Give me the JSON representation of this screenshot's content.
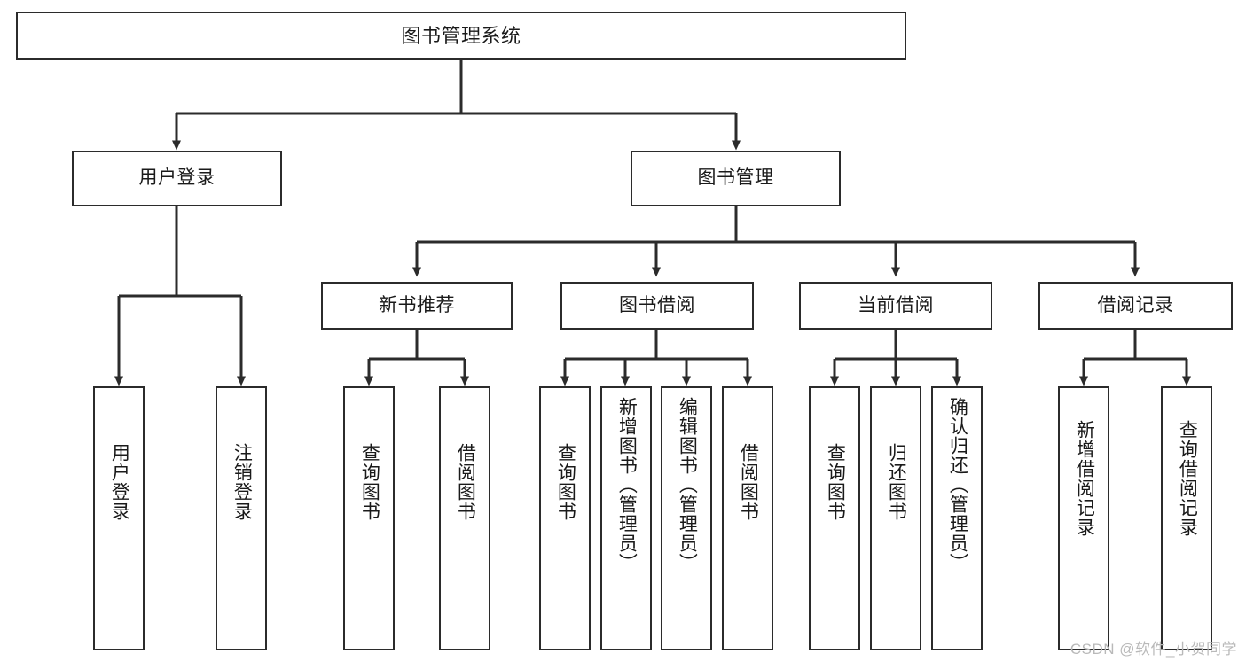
{
  "diagram": {
    "title": "图书管理系统",
    "type": "hierarchy-tree",
    "watermark": "CSDN @软件_小贺同学",
    "colors": {
      "box_border": "#2b2b2b",
      "box_fill": "#ffffff",
      "edge": "#2b2b2b",
      "text": "#1a1a1a",
      "watermark": "#b9b9b9"
    },
    "nodes": {
      "root": {
        "label": "图书管理系统"
      },
      "level2": [
        {
          "id": "user-login",
          "label": "用户登录"
        },
        {
          "id": "book-manage",
          "label": "图书管理"
        }
      ],
      "level3": [
        {
          "id": "new-book-rec",
          "label": "新书推荐"
        },
        {
          "id": "book-borrow",
          "label": "图书借阅"
        },
        {
          "id": "current-borrow",
          "label": "当前借阅"
        },
        {
          "id": "borrow-record",
          "label": "借阅记录"
        }
      ],
      "leaves": {
        "user_login": [
          {
            "id": "leaf-user-login",
            "label": "用户登录"
          },
          {
            "id": "leaf-logout",
            "label": "注销登录"
          }
        ],
        "new_book_rec": [
          {
            "id": "leaf-query-book-1",
            "label": "查询图书"
          },
          {
            "id": "leaf-borrow-book-1",
            "label": "借阅图书"
          }
        ],
        "book_borrow": [
          {
            "id": "leaf-query-book-2",
            "label": "查询图书"
          },
          {
            "id": "leaf-add-book",
            "label": "新增图书（管理员）"
          },
          {
            "id": "leaf-edit-book",
            "label": "编辑图书（管理员）"
          },
          {
            "id": "leaf-borrow-book-2",
            "label": "借阅图书"
          }
        ],
        "current_borrow": [
          {
            "id": "leaf-query-book-3",
            "label": "查询图书"
          },
          {
            "id": "leaf-return-book",
            "label": "归还图书"
          },
          {
            "id": "leaf-confirm-return",
            "label": "确认归还（管理员）"
          }
        ],
        "borrow_record": [
          {
            "id": "leaf-add-record",
            "label": "新增借阅记录"
          },
          {
            "id": "leaf-query-record",
            "label": "查询借阅记录"
          }
        ]
      }
    }
  }
}
